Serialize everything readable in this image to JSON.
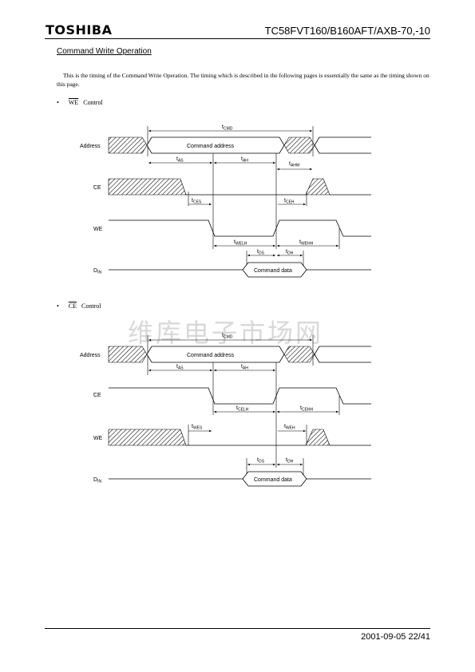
{
  "header": {
    "brand": "TOSHIBA",
    "part_number": "TC58FVT160/B160AFT/AXB-70,-10"
  },
  "section_title": "Command Write Operation",
  "intro_text": "This is the timing of the Command Write Operation. The timing which is described in the following pages is essentially the same as the timing shown on this page.",
  "diagram1": {
    "bullet_signal": "WE",
    "bullet_word": "Control",
    "signals": {
      "address": "Address",
      "ce": "CE",
      "we": "WE",
      "din": "D",
      "din_sub": "IN"
    },
    "bus_labels": {
      "address": "Command address",
      "data": "Command data"
    },
    "timing": {
      "tcmd": {
        "base": "t",
        "sub": "CMD"
      },
      "tas": {
        "base": "t",
        "sub": "AS"
      },
      "tah": {
        "base": "t",
        "sub": "AH"
      },
      "tahw": {
        "base": "t",
        "sub": "AHW"
      },
      "tces": {
        "base": "t",
        "sub": "CES"
      },
      "tceh": {
        "base": "t",
        "sub": "CEH"
      },
      "twelh": {
        "base": "t",
        "sub": "WELH"
      },
      "twehh": {
        "base": "t",
        "sub": "WEHH"
      },
      "tds": {
        "base": "t",
        "sub": "DS"
      },
      "tdh": {
        "base": "t",
        "sub": "DH"
      }
    }
  },
  "diagram2": {
    "bullet_signal": "CE",
    "bullet_word": "Control",
    "signals": {
      "address": "Address",
      "ce": "CE",
      "we": "WE",
      "din": "D",
      "din_sub": "IN"
    },
    "bus_labels": {
      "address": "Command address",
      "data": "Command data"
    },
    "timing": {
      "tcmd": {
        "base": "t",
        "sub": "CMD"
      },
      "tas": {
        "base": "t",
        "sub": "AS"
      },
      "tah": {
        "base": "t",
        "sub": "AH"
      },
      "tcelh": {
        "base": "t",
        "sub": "CELH"
      },
      "tcehh": {
        "base": "t",
        "sub": "CEHH"
      },
      "twes": {
        "base": "t",
        "sub": "WES"
      },
      "tweh": {
        "base": "t",
        "sub": "WEH"
      },
      "tds": {
        "base": "t",
        "sub": "DS"
      },
      "tdh": {
        "base": "t",
        "sub": "DH"
      }
    }
  },
  "watermark": "维库电子市场网",
  "footer": {
    "date_page": "2001-09-05 22/41"
  }
}
